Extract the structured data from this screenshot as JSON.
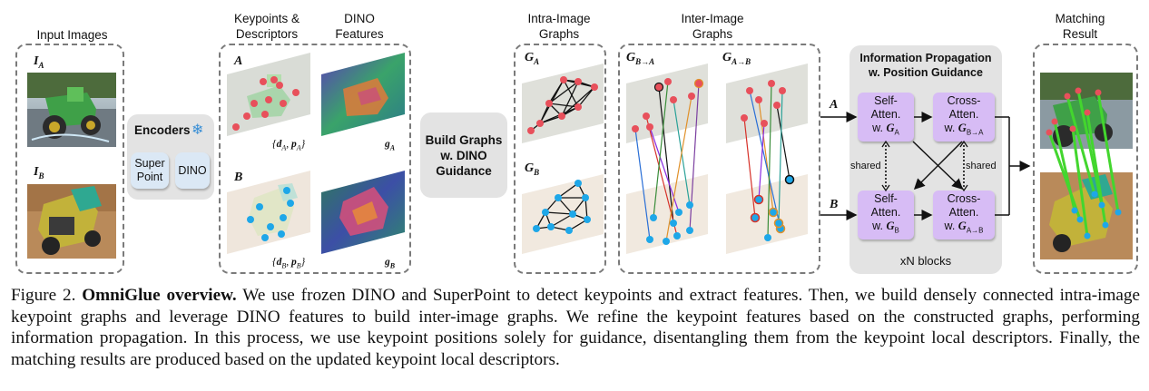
{
  "headers": {
    "input_images": "Input Images",
    "keypoints_descriptors": "Keypoints &\nDescriptors",
    "dino_features": "DINO\nFeatures",
    "intra_image_graphs": "Intra-Image\nGraphs",
    "inter_image_graphs": "Inter-Image\nGraphs",
    "matching_result": "Matching\nResult"
  },
  "labels": {
    "image_a": "I",
    "image_a_sub": "A",
    "image_b": "I",
    "image_b_sub": "B",
    "kp_a": "A",
    "kp_b": "B",
    "set_a": "{d_A, p_A}",
    "set_b": "{d_B, p_B}",
    "g_a_dino": "g_A",
    "g_b_dino": "g_B",
    "intra_g_a": "G_A",
    "intra_g_b": "G_B",
    "inter_b_to_a": "G_B→A",
    "inter_a_to_b": "G_A→B",
    "branch_a": "A",
    "branch_b": "B"
  },
  "encoders": {
    "title": "Encoders",
    "superpoint": "Super\nPoint",
    "dino": "DINO"
  },
  "build_graphs": "Build Graphs\nw. DINO\nGuidance",
  "propagation": {
    "title": "Information Propagation\nw. Position Guidance",
    "self_a": "Self-\nAtten.\nw. G_A",
    "cross_a": "Cross-\nAtten.\nw. G_B→A",
    "self_b": "Self-\nAtten.\nw. G_B",
    "cross_b": "Cross-\nAtten.\nw. G_A→B",
    "shared_left": "shared",
    "shared_right": "shared",
    "blocks": "xN blocks"
  },
  "caption": {
    "prefix": "Figure 2. ",
    "title": "OmniGlue overview.",
    "body": " We use frozen DINO and SuperPoint to detect keypoints and extract features. Then, we build densely connected intra-image keypoint graphs and leverage DINO features to build inter-image graphs. We refine the keypoint features based on the constructed graphs, performing information propagation. In this process, we use keypoint positions solely for guidance, disentangling them from the keypoint local descriptors. Finally, the matching results are produced based on the updated keypoint local descriptors."
  },
  "colors": {
    "encoder_box": "#dbe8f5",
    "attention_box": "#d7bcf5",
    "panel_grey": "#e3e3e3",
    "keypoint_a": "#e8505b",
    "keypoint_b": "#1ea7e8",
    "match_line": "#43d62e"
  }
}
